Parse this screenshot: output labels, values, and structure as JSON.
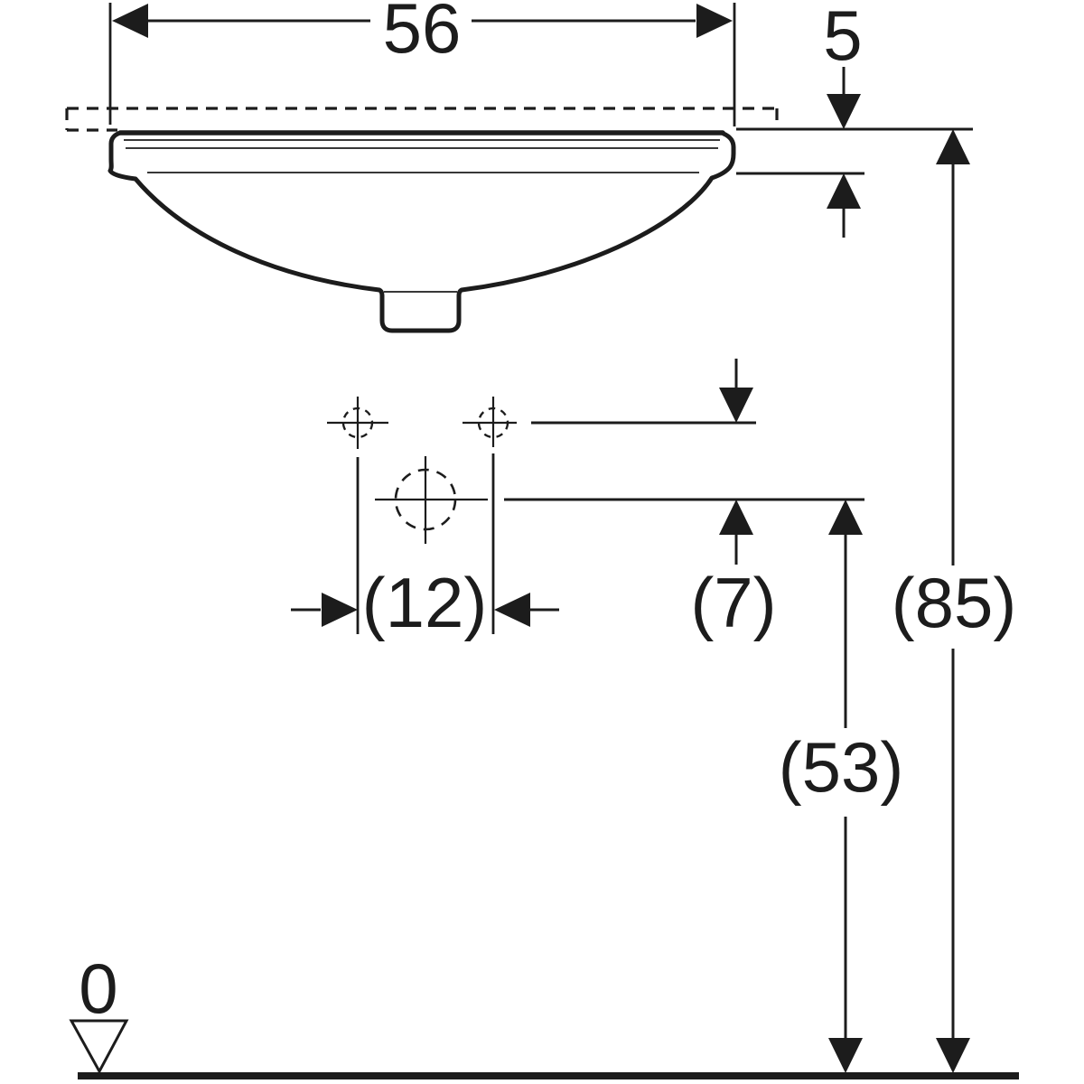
{
  "drawing": {
    "labels": {
      "width": "56",
      "rim_thickness": "5",
      "tap_hole_spacing": "(12)",
      "tap_to_drain_offset": "(7)",
      "overall_height": "(85)",
      "drain_height": "(53)",
      "floor_datum": "0"
    },
    "colors": {
      "line": "#1c1c1c",
      "background": "#ffffff"
    }
  }
}
